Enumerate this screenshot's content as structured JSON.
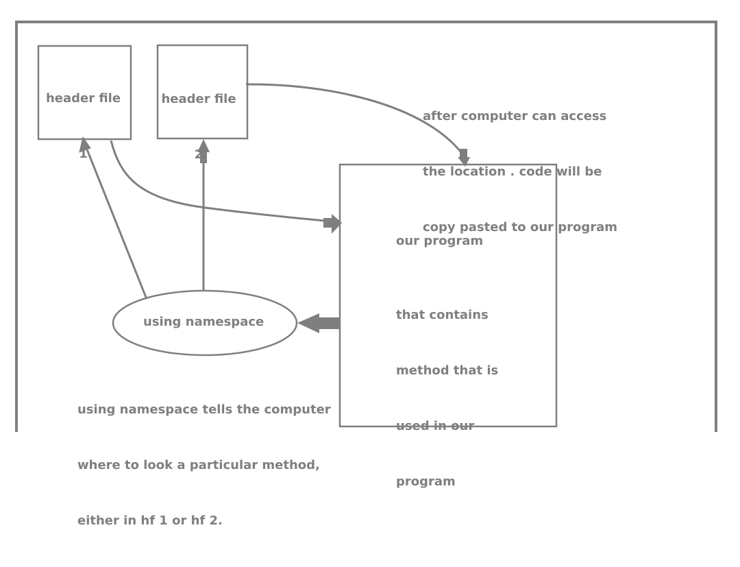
{
  "header_file_1": {
    "line1": "header file",
    "line2": "1"
  },
  "header_file_2": {
    "line1": "header file",
    "line2": "2"
  },
  "note_top": {
    "line1": "after computer can access",
    "line2": "the location . code will be",
    "line3": "copy pasted to our program"
  },
  "program_box": {
    "title": "our program",
    "desc1": "that contains",
    "desc2": "method that is",
    "desc3": "used in our",
    "desc4": "program"
  },
  "namespace_ellipse": {
    "label": "using namespace"
  },
  "note_bottom": {
    "line1": "using namespace tells the computer",
    "line2": "where to look a particular method,",
    "line3": "either in hf 1 or hf 2."
  },
  "colors": {
    "stroke": "#7f7f7f",
    "text": "#7f7f7f",
    "background": "#ffffff"
  }
}
